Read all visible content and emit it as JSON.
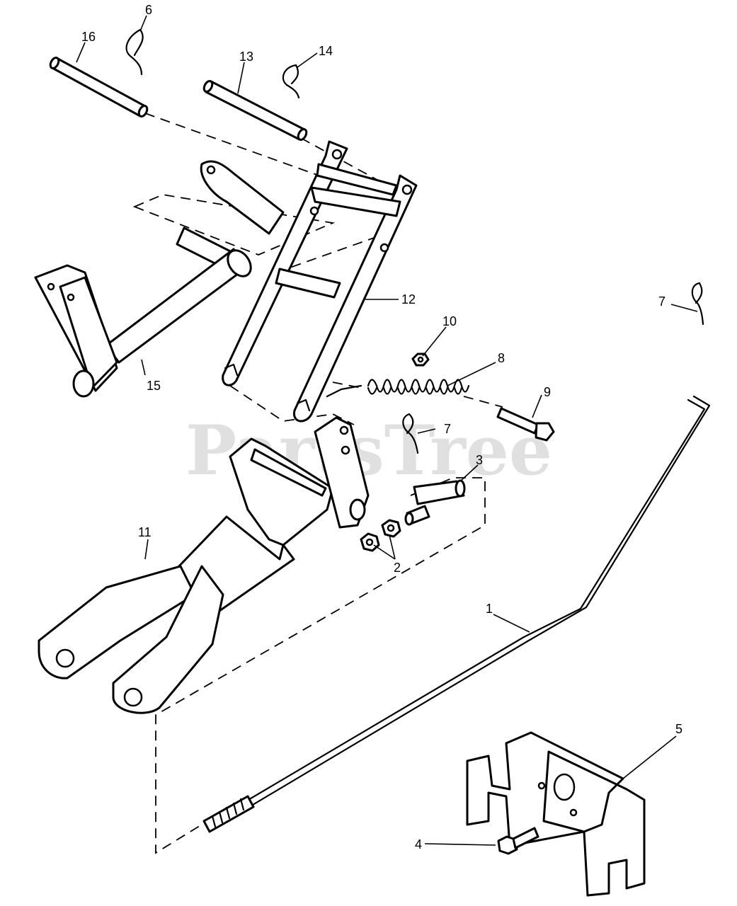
{
  "watermark": "PartsTree",
  "callouts": {
    "c1": "1",
    "c2": "2",
    "c3": "3",
    "c4": "4",
    "c5": "5",
    "c6": "6",
    "c7a": "7",
    "c7b": "7",
    "c8": "8",
    "c9": "9",
    "c10": "10",
    "c11": "11",
    "c12": "12",
    "c13": "13",
    "c14": "14",
    "c15": "15",
    "c16": "16"
  }
}
